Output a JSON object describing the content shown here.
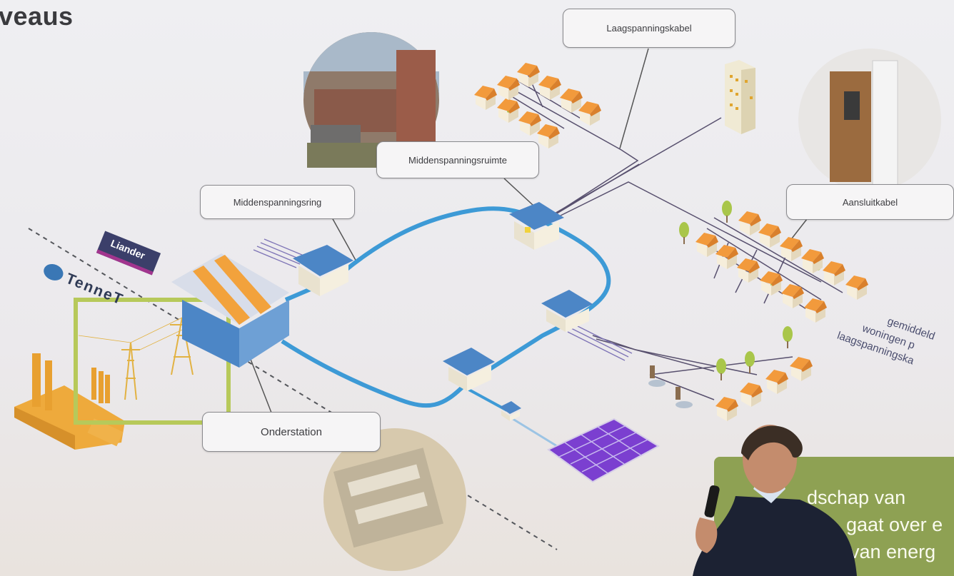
{
  "slide": {
    "title_fragment": "veaus",
    "labels": {
      "laagspanningskabel": "Laagspanningskabel",
      "middenspanningsruimte": "Middenspanningsruimte",
      "middenspanningsring": "Middenspanningsring",
      "aansluitkabel": "Aansluitkabel",
      "onderstation": "Onderstation"
    },
    "side_label_lines": [
      "gemiddeld",
      "woningen p",
      "laagspanningska"
    ],
    "brands": {
      "liander": "Liander",
      "tennet": "TenneT"
    },
    "panel_lines": [
      "dschap van",
      "gaat over e",
      "van energ"
    ]
  },
  "colors": {
    "ring_blue": "#3d9ad6",
    "roof_orange": "#f29a3c",
    "solar_purple": "#7b3fd0",
    "panel_green": "#8ea153",
    "highlight_green": "#b7c95a",
    "tower_yellow": "#e2b243"
  },
  "icons": [
    "power-plant-icon",
    "transmission-tower-icon",
    "substation-building-icon",
    "transformer-icon",
    "house-icon",
    "solar-panel-icon",
    "tree-icon",
    "charging-station-icon",
    "apartment-building-icon",
    "microphone-icon"
  ]
}
